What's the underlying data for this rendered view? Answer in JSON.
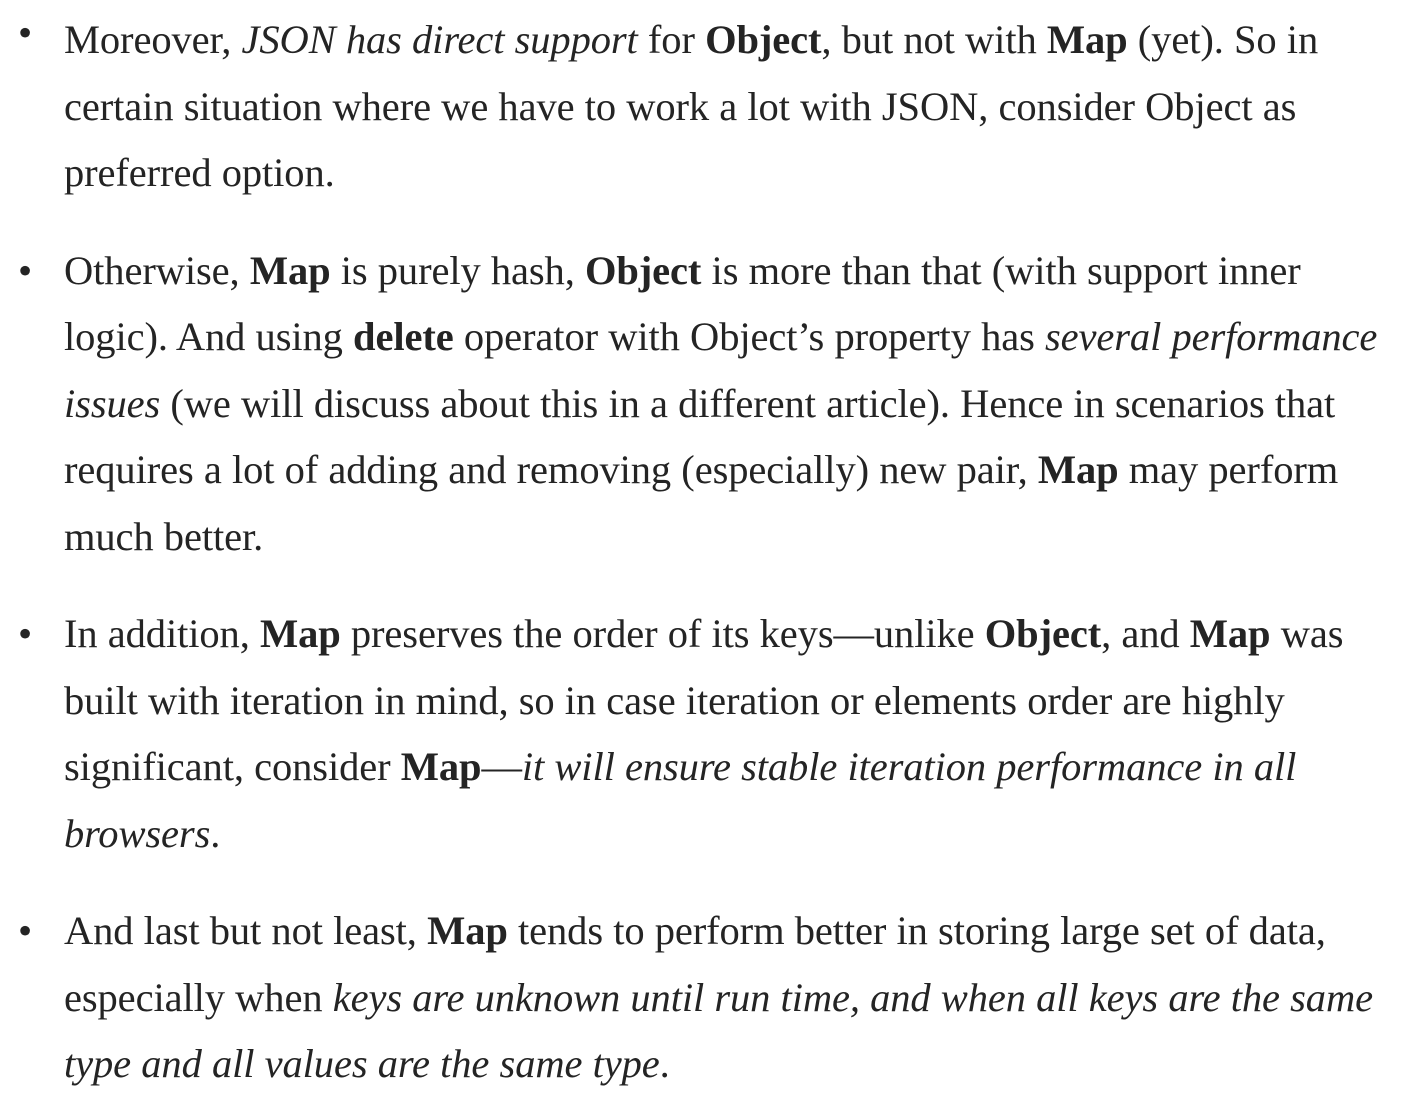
{
  "document": {
    "type": "article-body-excerpt",
    "text_color": "#242424",
    "background_color": "#ffffff",
    "bullet_glyph": "•",
    "bullets": [
      {
        "id": "bullet-json-support",
        "runs": [
          {
            "style": "normal",
            "text": "Moreover, "
          },
          {
            "style": "italic",
            "text": "JSON has direct support"
          },
          {
            "style": "normal",
            "text": " for "
          },
          {
            "style": "bold",
            "text": "Object"
          },
          {
            "style": "normal",
            "text": ", but not with "
          },
          {
            "style": "bold",
            "text": "Map"
          },
          {
            "style": "normal",
            "text": " (yet). So in certain situation where we have to work a lot with JSON, consider Object as preferred option."
          }
        ],
        "plain": "Moreover, JSON has direct support for Object, but not with Map (yet). So in certain situation where we have to work a lot with JSON, consider Object as preferred option."
      },
      {
        "id": "bullet-hash-vs-inner-logic",
        "runs": [
          {
            "style": "normal",
            "text": "Otherwise, "
          },
          {
            "style": "bold",
            "text": "Map"
          },
          {
            "style": "normal",
            "text": " is purely hash, "
          },
          {
            "style": "bold",
            "text": "Object"
          },
          {
            "style": "normal",
            "text": " is more than that (with support inner logic). And using "
          },
          {
            "style": "bold",
            "text": "delete"
          },
          {
            "style": "normal",
            "text": " operator with Object’s property has "
          },
          {
            "style": "italic",
            "text": "several performance issues"
          },
          {
            "style": "normal",
            "text": " (we will discuss about this in a different article). Hence in scenarios that requires a lot of adding and removing (especially) new pair, "
          },
          {
            "style": "bold",
            "text": "Map"
          },
          {
            "style": "normal",
            "text": " may perform much better."
          }
        ],
        "plain": "Otherwise, Map is purely hash, Object is more than that (with support inner logic). And using delete operator with Object’s property has several performance issues (we will discuss about this in a different article). Hence in scenarios that requires a lot of adding and removing (especially) new pair, Map may perform much better."
      },
      {
        "id": "bullet-key-order",
        "runs": [
          {
            "style": "normal",
            "text": "In addition, "
          },
          {
            "style": "bold",
            "text": "Map"
          },
          {
            "style": "normal",
            "text": " preserves the order of its keys—unlike "
          },
          {
            "style": "bold",
            "text": "Object"
          },
          {
            "style": "normal",
            "text": ", and "
          },
          {
            "style": "bold",
            "text": "Map"
          },
          {
            "style": "normal",
            "text": " was built with iteration in mind, so in case iteration or elements order are highly significant, consider "
          },
          {
            "style": "bold",
            "text": "Map"
          },
          {
            "style": "normal",
            "text": "—"
          },
          {
            "style": "italic",
            "text": "it will ensure stable iteration performance in all browsers"
          },
          {
            "style": "normal",
            "text": "."
          }
        ],
        "plain": "In addition, Map preserves the order of its keys—unlike Object, and Map was built with iteration in mind, so in case iteration or elements order are highly significant, consider Map—it will ensure stable iteration performance in all browsers."
      },
      {
        "id": "bullet-large-data",
        "runs": [
          {
            "style": "normal",
            "text": "And last but not least, "
          },
          {
            "style": "bold",
            "text": "Map"
          },
          {
            "style": "normal",
            "text": " tends to perform better in storing large set of data, especially when "
          },
          {
            "style": "italic",
            "text": "keys are unknown until run time, and when all keys are the same type and all values are the same type"
          },
          {
            "style": "normal",
            "text": "."
          }
        ],
        "plain": "And last but not least, Map tends to perform better in storing large set of data, especially when keys are unknown until run time, and when all keys are the same type and all values are the same type."
      }
    ]
  }
}
